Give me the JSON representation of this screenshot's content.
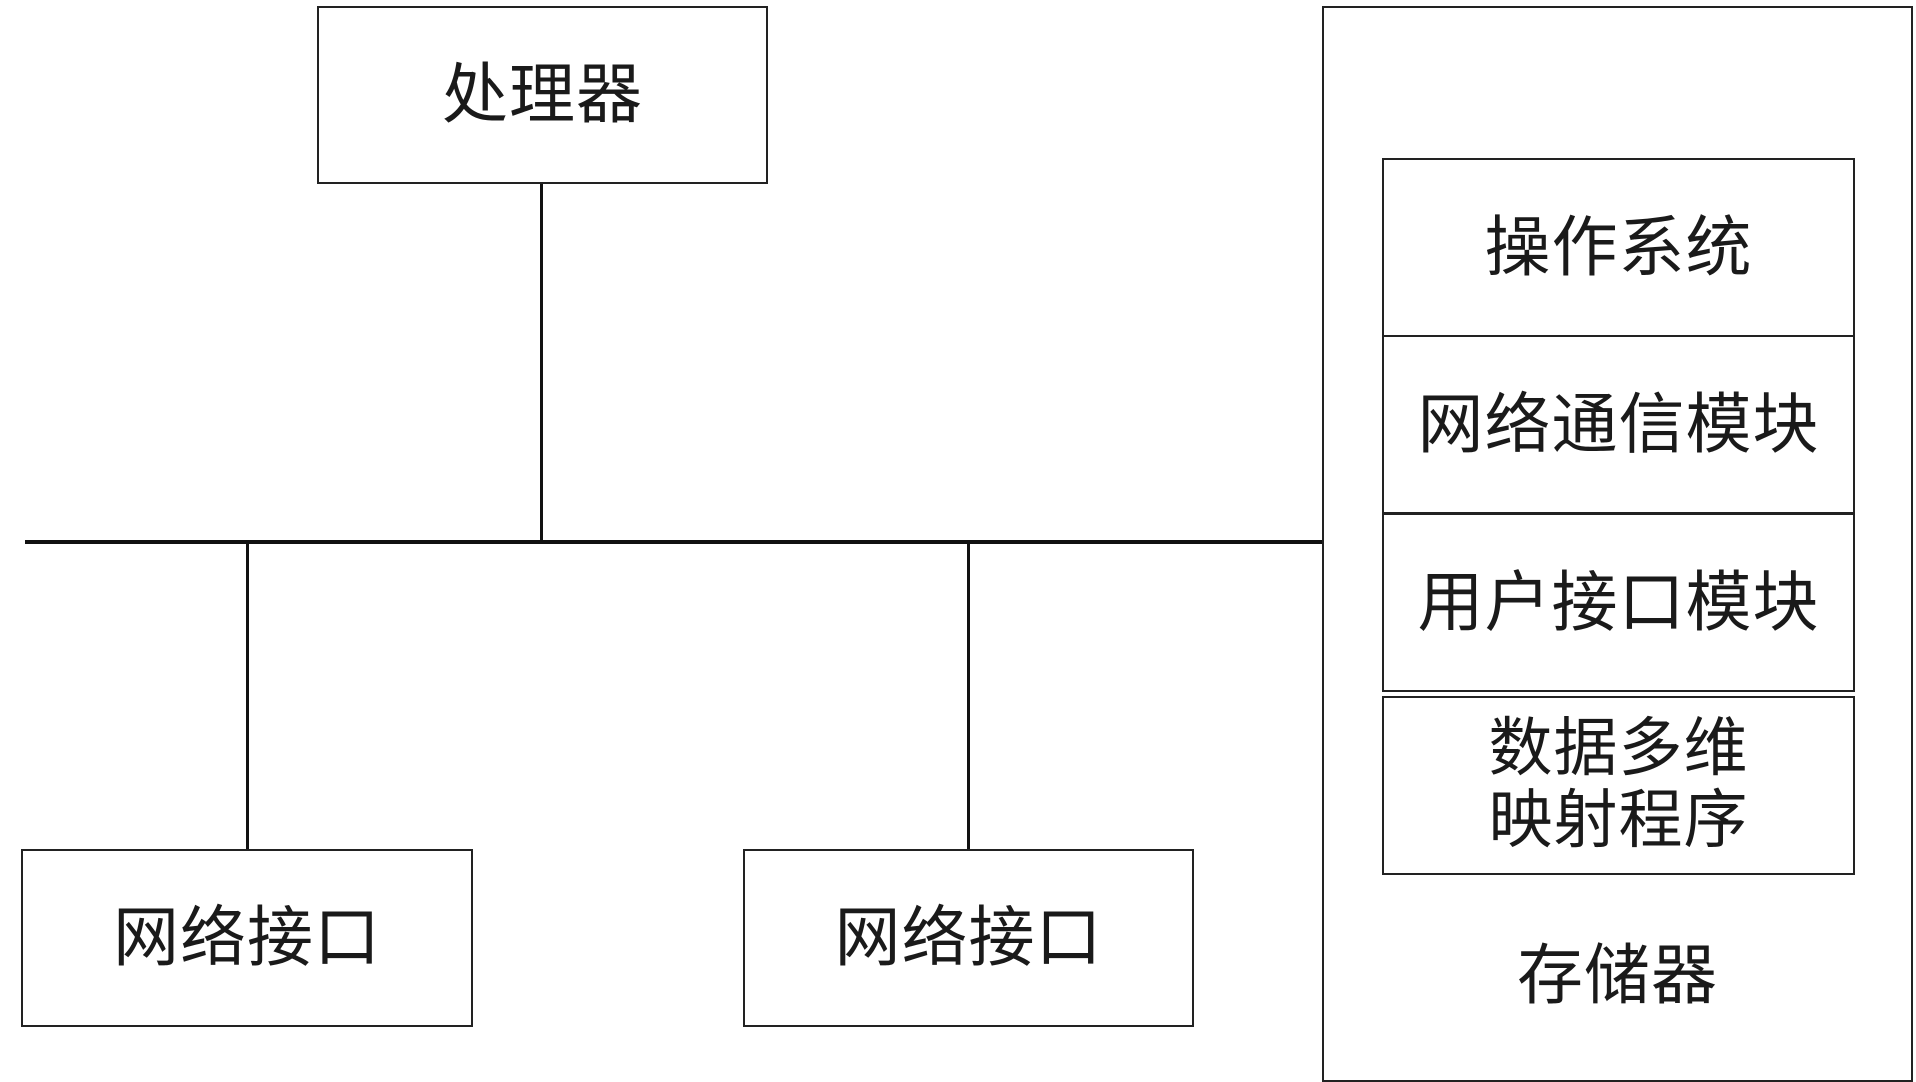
{
  "diagram": {
    "processor": {
      "label": "处理器"
    },
    "network_interfaces": [
      {
        "label": "网络接口"
      },
      {
        "label": "网络接口"
      }
    ],
    "memory": {
      "label": "存储器",
      "modules": [
        {
          "label": "操作系统"
        },
        {
          "label": "网络通信模块"
        },
        {
          "label": "用户接口模块"
        },
        {
          "label_line1": "数据多维",
          "label_line2": "映射程序"
        }
      ]
    }
  }
}
